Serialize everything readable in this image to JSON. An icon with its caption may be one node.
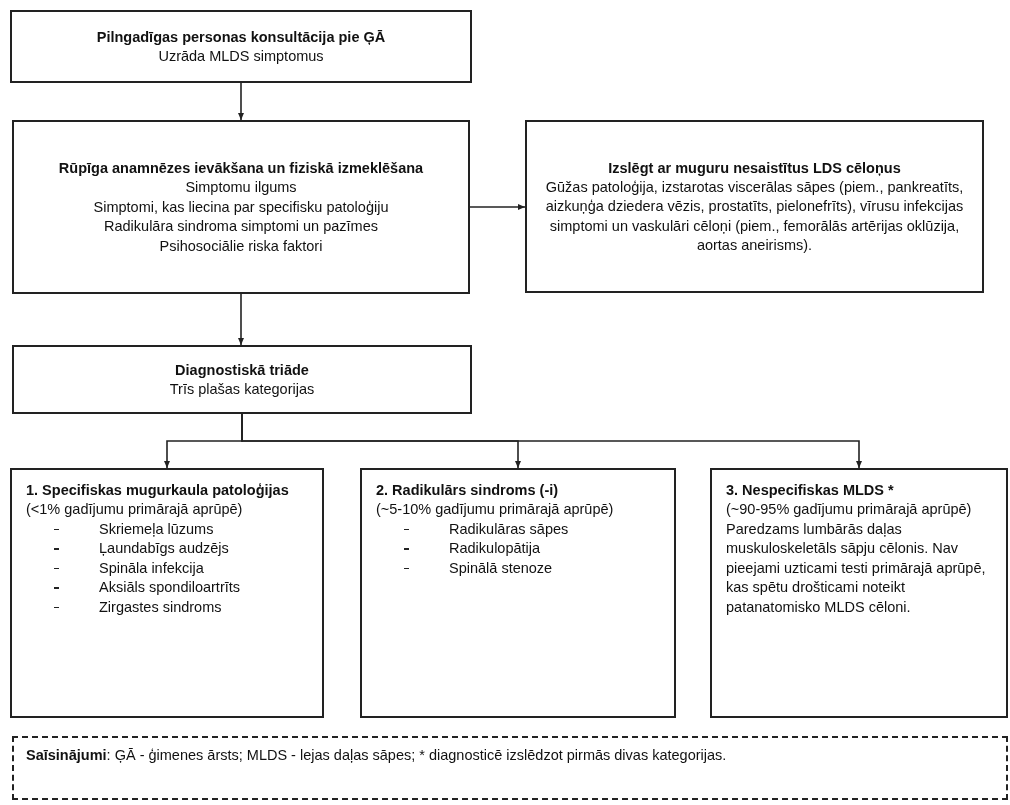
{
  "diagram": {
    "nodes": [
      {
        "text": [
          "Pilngadīgas personas konsultācija pie ĢĀ",
          "Uzrāda MLDS simptomus"
        ]
      },
      {
        "text": [
          "Rūpīga anamnēzes ievākšana un fiziskā izmeklēšana",
          "Simptomu ilgums",
          "Simptomi, kas liecina par specifisku patoloģiju",
          "Radikulāra sindroma simptomi un pazīmes",
          "Psihosociālie riska faktori"
        ]
      },
      {
        "text": [
          "Izslēgt ar muguru nesaistītus LDS cēloņus",
          "Gūžas patoloģija, izstarotas viscerālas sāpes (piem., pankreatīts, aizkuņģa dziedera vēzis, prostatīts, pielonefrīts), vīrusu infekcijas simptomi un vaskulāri cēloņi (piem., femorālās artērijas oklūzija, aortas aneirisms)."
        ]
      },
      {
        "text": [
          "Diagnostiskā triāde",
          "Trīs plašas kategorijas"
        ]
      },
      {
        "text": [
          "1. Specifiskas mugurkaula patoloģijas",
          "(<1% gadījumu primārajā aprūpē)",
          "Skriemeļa lūzums",
          "Ļaundabīgs audzējs",
          "Spināla infekcija",
          "Aksiāls spondiloartrīts",
          "Zirgastes sindroms"
        ]
      },
      {
        "text": [
          "2. Radikulārs sindroms (-i)",
          "(~5-10% gadījumu primārajā aprūpē)",
          "Radikulāras sāpes",
          "Radikulopātija",
          "Spinālā stenoze"
        ]
      },
      {
        "text": [
          "3. Nespecifiskas MLDS *",
          "(~90-95% gadījumu primārajā aprūpē)",
          "Paredzams lumbārās daļas muskuloskeletāls sāpju cēlonis. Nav pieejami uzticami testi primārajā aprūpē, kas spētu drošticami noteikt patanatomisko MLDS cēloni."
        ]
      },
      {
        "text": [
          "**Saīsinājumi**: ĢĀ - ģimenes ārsts; MLDS - lejas daļas sāpes; * diagnosticē izslēdzot pirmās divas kategorijas."
        ]
      }
    ],
    "edges": [
      {
        "from": 0,
        "to": 1,
        "arrow": "to"
      },
      {
        "from": 1,
        "to": 2,
        "arrow": "to"
      },
      {
        "from": 1,
        "to": 3,
        "arrow": "to"
      },
      {
        "from": 3,
        "to": 4,
        "arrow": "to"
      },
      {
        "from": 3,
        "to": 5,
        "arrow": "to"
      },
      {
        "from": 3,
        "to": 6,
        "arrow": "to"
      }
    ]
  }
}
